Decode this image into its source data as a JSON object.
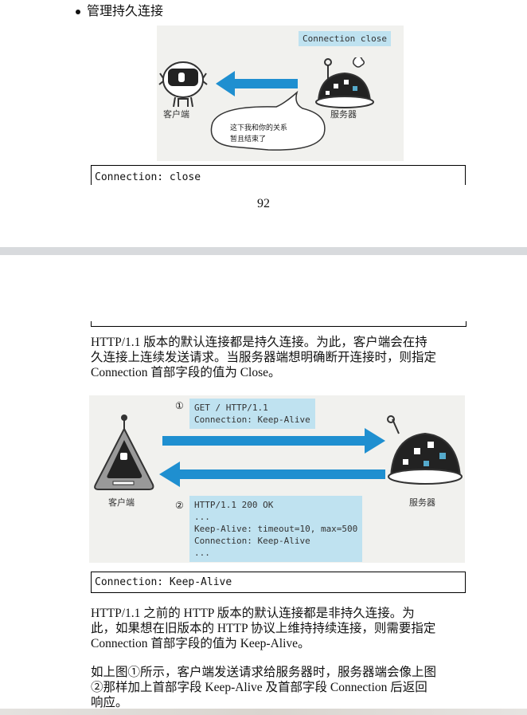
{
  "page1": {
    "bullet": "管理持久连接",
    "figure": {
      "callout": "Connection close",
      "client_label": "客户端",
      "server_label": "服务器",
      "speech": [
        "这下我和你的关系",
        "暂且结束了"
      ]
    },
    "code": "Connection: close",
    "page_number": "92"
  },
  "page2": {
    "para1": [
      "HTTP/1.1 版本的默认连接都是持久连接。为此，客户端会在持",
      "久连接上连续发送请求。当服务器端想明确断开连接时，则指定",
      "Connection 首部字段的值为 Close。"
    ],
    "figure": {
      "req_num": "①",
      "req_lines": [
        "GET / HTTP/1.1",
        "Connection: Keep-Alive"
      ],
      "resp_num": "②",
      "resp_lines": [
        "HTTP/1.1 200 OK",
        "...",
        "Keep-Alive: timeout=10, max=500",
        "Connection: Keep-Alive",
        "..."
      ],
      "client_label": "客户端",
      "server_label": "服务器"
    },
    "code": "Connection: Keep-Alive",
    "para2": [
      "HTTP/1.1 之前的 HTTP 版本的默认连接都是非持久连接。为",
      "此，如果想在旧版本的 HTTP 协议上维持持续连接，则需要指定",
      "Connection 首部字段的值为 Keep-Alive。"
    ],
    "para3": [
      "如上图①所示，客户端发送请求给服务器时，服务器端会像上图",
      "②那样加上首部字段 Keep-Alive 及首部字段 Connection 后返回",
      "响应。"
    ]
  },
  "colors": {
    "callout_bg": "#bfe2f0",
    "arrow": "#1f8fd0",
    "figure_bg": "#f1f1ee",
    "separator": "#d8dadd"
  }
}
